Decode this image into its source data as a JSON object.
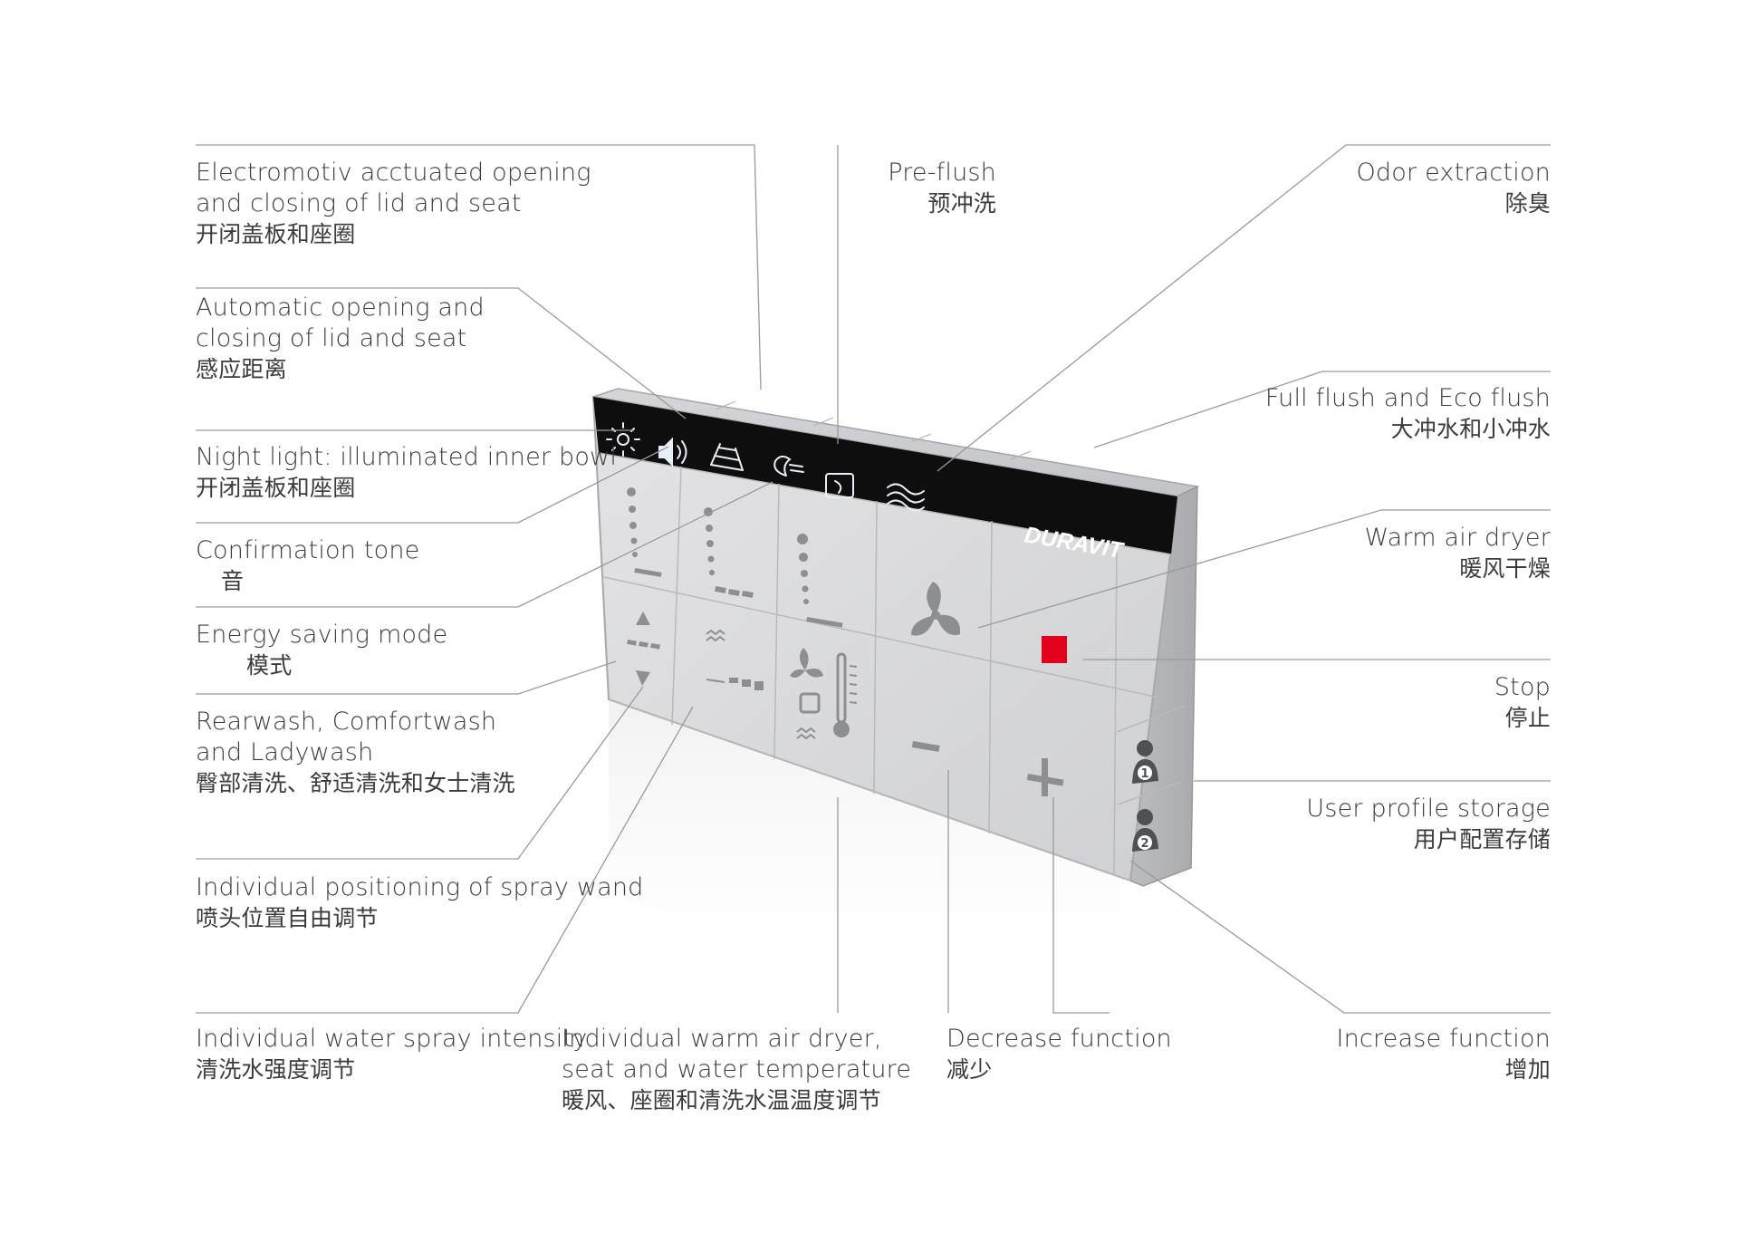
{
  "colors": {
    "line": "#9a9a9a",
    "panel": "#d8d8da",
    "panel_dark": "#b9babd",
    "strip": "#0e0e0e",
    "stop": "#e3001b",
    "icon": "#8d8e91"
  },
  "brand": "DURAVIT",
  "labels": {
    "electromotiv": {
      "en1": "Electromotiv acctuated opening",
      "en2": "and closing of lid and seat",
      "zh": "开闭盖板和座圈"
    },
    "automatic": {
      "en1": "Automatic opening and",
      "en2": "closing of lid and seat",
      "zh": "感应距离"
    },
    "nightlight": {
      "en1": "Night light: illuminated inner bowl",
      "zh": "开闭盖板和座圈"
    },
    "confirmation": {
      "en1": "Confirmation tone",
      "zh": "音"
    },
    "energy": {
      "en1": "Energy saving mode",
      "zh": "模式"
    },
    "rearwash": {
      "en1": "Rearwash, Comfortwash",
      "en2": "and Ladywash",
      "zh": "臀部清洗、舒适清洗和女士清洗"
    },
    "positioning": {
      "en1": "Individual positioning of spray wand",
      "zh": "喷头位置自由调节"
    },
    "intensity": {
      "en1": "Individual water spray intensity",
      "zh": "清洗水强度调节"
    },
    "warmdryer": {
      "en1": "Individual warm air dryer,",
      "en2": "seat and water temperature",
      "zh": "暖风、座圈和清洗水温温度调节"
    },
    "decrease": {
      "en1": "Decrease function",
      "zh": "减少"
    },
    "increase": {
      "en1": "Increase function",
      "zh": "增加"
    },
    "preflush": {
      "en1": "Pre-flush",
      "zh": "预冲洗"
    },
    "odor": {
      "en1": "Odor extraction",
      "zh": "除臭"
    },
    "fullflush": {
      "en1": "Full flush and Eco flush",
      "zh": "大冲水和小冲水"
    },
    "warmair": {
      "en1": "Warm air dryer",
      "zh": "暖风干燥"
    },
    "stop": {
      "en1": "Stop",
      "zh": "停止"
    },
    "profile": {
      "en1": "User profile storage",
      "zh": "用户配置存储"
    }
  },
  "profiles": [
    "1",
    "2"
  ]
}
